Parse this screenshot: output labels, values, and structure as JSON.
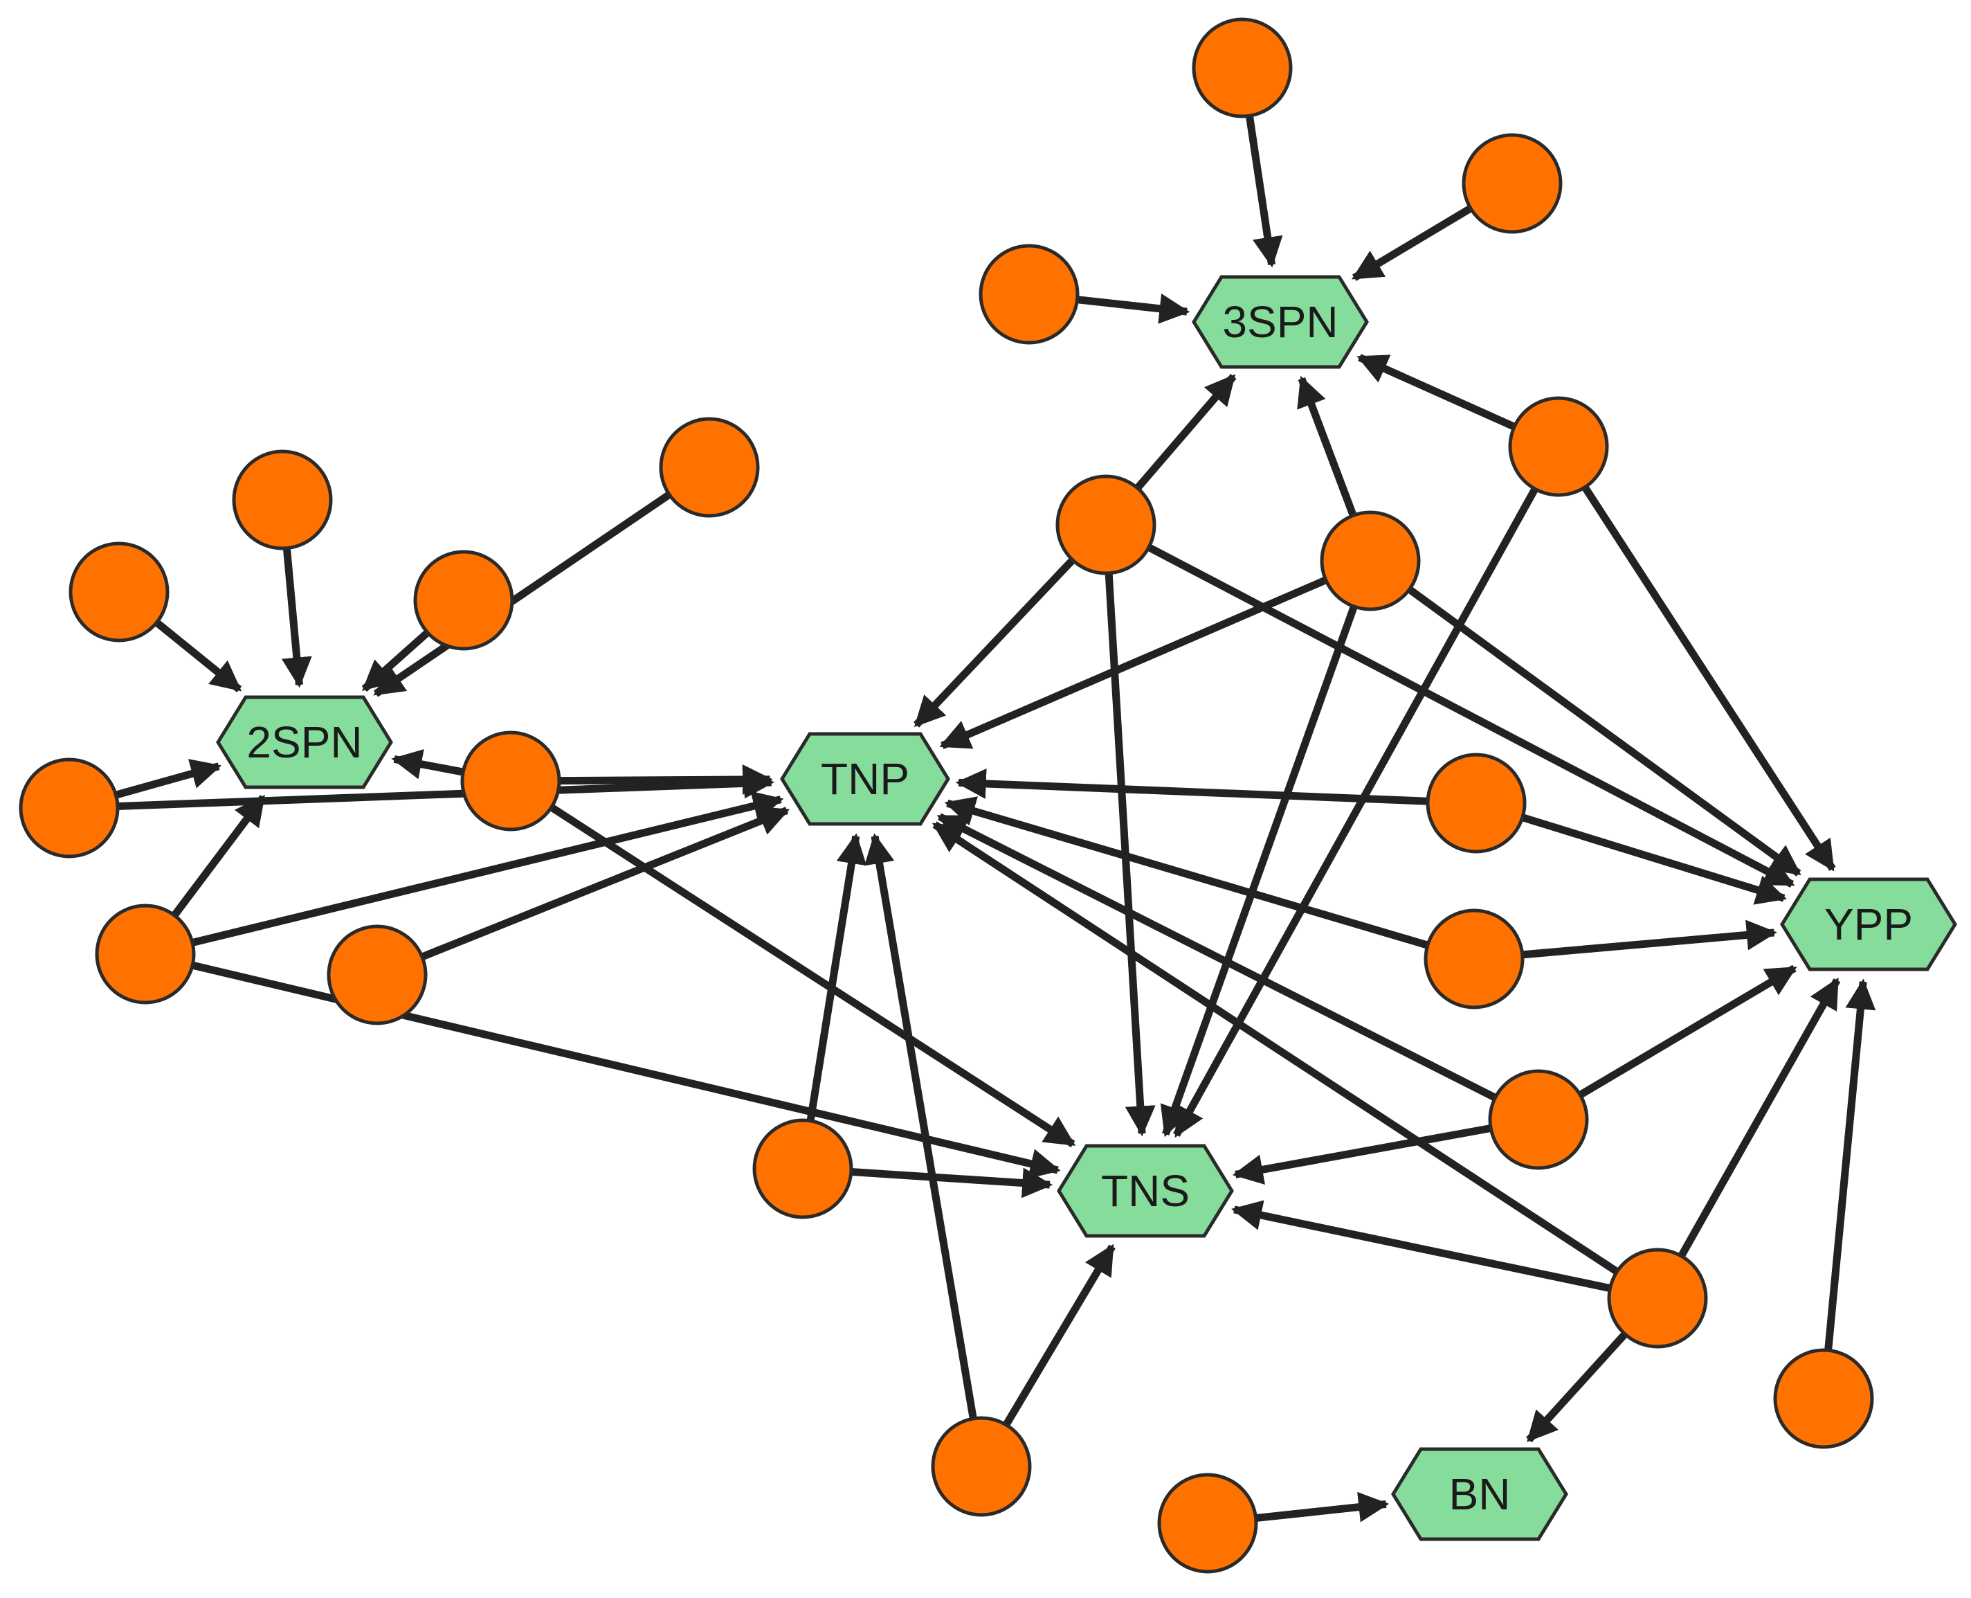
{
  "colors": {
    "source_node": "#ff7200",
    "hub_node": "#86dc9a",
    "edge": "#222222",
    "outline": "#2a2a2a"
  },
  "hubs": [
    {
      "id": "2SPN",
      "label": "2SPN"
    },
    {
      "id": "3SPN",
      "label": "3SPN"
    },
    {
      "id": "TNP",
      "label": "TNP"
    },
    {
      "id": "TNS",
      "label": "TNS"
    },
    {
      "id": "YPP",
      "label": "YPP"
    },
    {
      "id": "BN",
      "label": "BN"
    }
  ],
  "sources": [
    "s1",
    "s2",
    "s3",
    "s4",
    "s5",
    "s6",
    "s7",
    "s8",
    "s9",
    "s10",
    "s11",
    "s12",
    "s13",
    "s14",
    "s15",
    "s16",
    "s17",
    "s18",
    "s19",
    "s20",
    "s21",
    "s22",
    "s23",
    "s24",
    "s25"
  ],
  "edges": [
    [
      "s1",
      "3SPN"
    ],
    [
      "s2",
      "3SPN"
    ],
    [
      "s3",
      "3SPN"
    ],
    [
      "s4",
      "3SPN"
    ],
    [
      "s4",
      "TNP"
    ],
    [
      "s4",
      "TNS"
    ],
    [
      "s4",
      "YPP"
    ],
    [
      "s5",
      "3SPN"
    ],
    [
      "s5",
      "TNP"
    ],
    [
      "s5",
      "TNS"
    ],
    [
      "s5",
      "YPP"
    ],
    [
      "s6",
      "3SPN"
    ],
    [
      "s6",
      "TNS"
    ],
    [
      "s6",
      "YPP"
    ],
    [
      "s7",
      "2SPN"
    ],
    [
      "s8",
      "2SPN"
    ],
    [
      "s9",
      "2SPN"
    ],
    [
      "s10",
      "2SPN"
    ],
    [
      "s11",
      "2SPN"
    ],
    [
      "s11",
      "TNP"
    ],
    [
      "s12",
      "2SPN"
    ],
    [
      "s12",
      "TNP"
    ],
    [
      "s12",
      "TNS"
    ],
    [
      "s13",
      "2SPN"
    ],
    [
      "s13",
      "TNP"
    ],
    [
      "s13",
      "TNS"
    ],
    [
      "s14",
      "TNP"
    ],
    [
      "s15",
      "TNP"
    ],
    [
      "s15",
      "YPP"
    ],
    [
      "s16",
      "TNP"
    ],
    [
      "s16",
      "YPP"
    ],
    [
      "s17",
      "TNP"
    ],
    [
      "s17",
      "TNS"
    ],
    [
      "s17",
      "YPP"
    ],
    [
      "s18",
      "TNP"
    ],
    [
      "s18",
      "TNS"
    ],
    [
      "s19",
      "TNP"
    ],
    [
      "s19",
      "TNS"
    ],
    [
      "s20",
      "TNP"
    ],
    [
      "s20",
      "TNS"
    ],
    [
      "s20",
      "YPP"
    ],
    [
      "s20",
      "BN"
    ],
    [
      "s21",
      "YPP"
    ],
    [
      "s22",
      "BN"
    ]
  ]
}
